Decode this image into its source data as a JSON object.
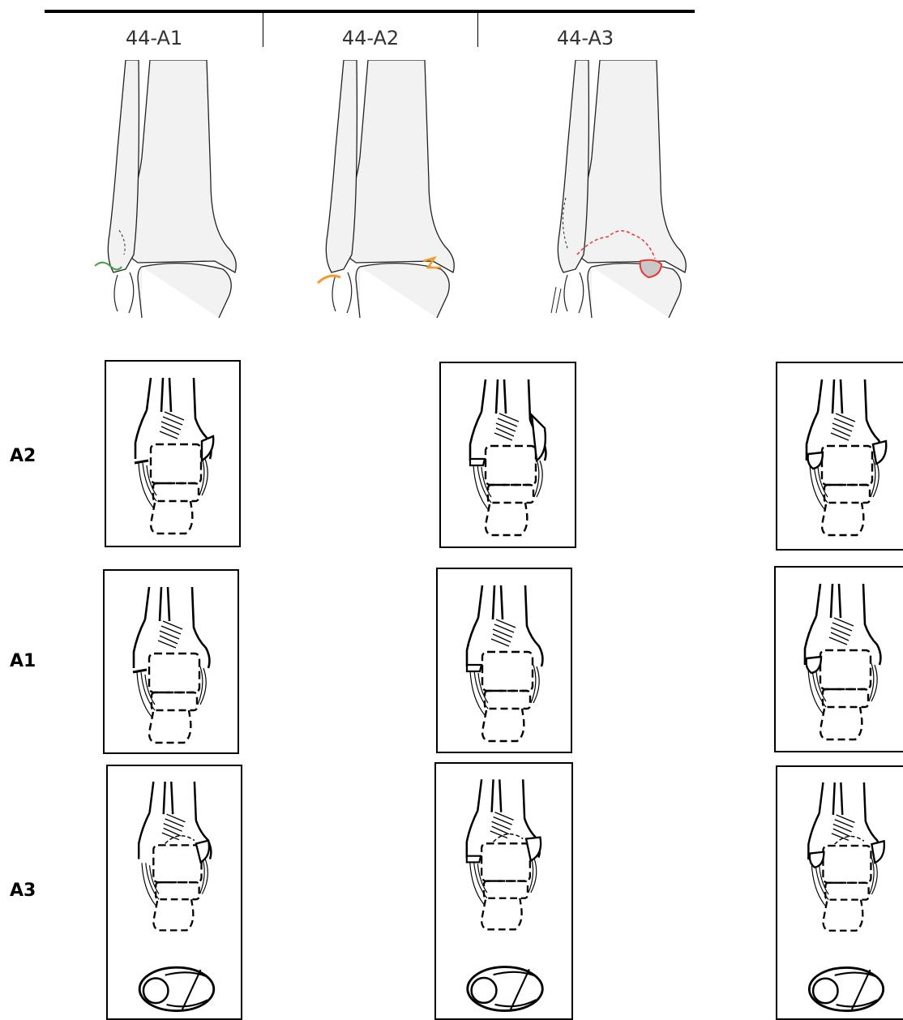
{
  "header": {
    "columns": [
      "44-A1",
      "44-A2",
      "44-A3"
    ]
  },
  "rows": {
    "r1": "A2",
    "r2": "A1",
    "r3": "A3"
  },
  "colors": {
    "a1_fracture": "#43a047",
    "a2_fracture": "#f39a2a",
    "a3_fracture": "#e53935",
    "bone_fill": "#f2f2f2"
  }
}
